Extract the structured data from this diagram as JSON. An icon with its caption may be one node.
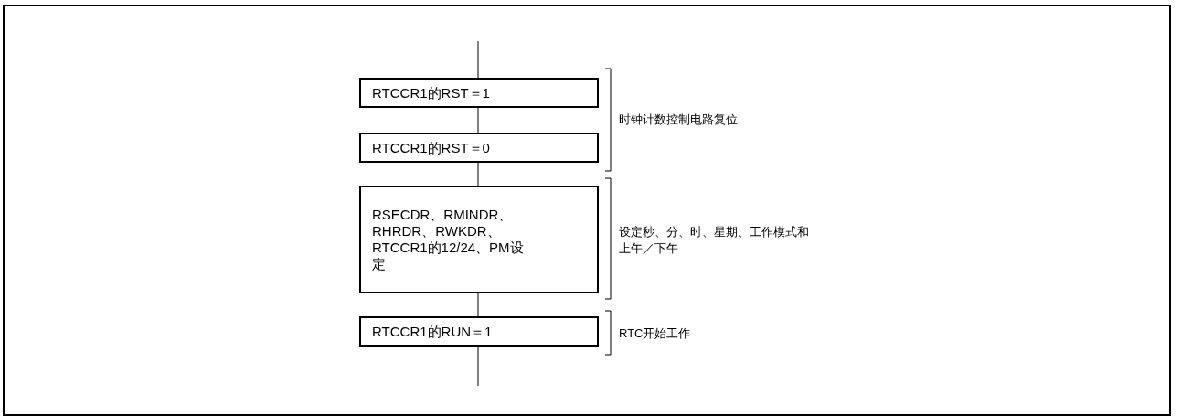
{
  "diagram": {
    "nodes": [
      {
        "text": [
          "RTCCR1的RST＝1"
        ]
      },
      {
        "text": [
          "RTCCR1的RST＝0"
        ]
      },
      {
        "text": [
          "RSECDR、RMINDR、RHRDR、RWKDR、RTCCR1的12/24、PM设定"
        ]
      },
      {
        "text": [
          "RTCCR1的RUN＝1"
        ]
      }
    ],
    "edges": [
      {
        "from": null,
        "to": 0,
        "arrow": "none"
      },
      {
        "from": 0,
        "to": 1,
        "arrow": "none"
      },
      {
        "from": 1,
        "to": 2,
        "arrow": "none"
      },
      {
        "from": 2,
        "to": 3,
        "arrow": "none"
      },
      {
        "from": 3,
        "to": null,
        "arrow": "none"
      }
    ],
    "labels": [
      "时钟计数控制电路复位",
      "设定秒、分、时、星期、工作模式和上午／下午",
      "RTC开始工作"
    ]
  }
}
